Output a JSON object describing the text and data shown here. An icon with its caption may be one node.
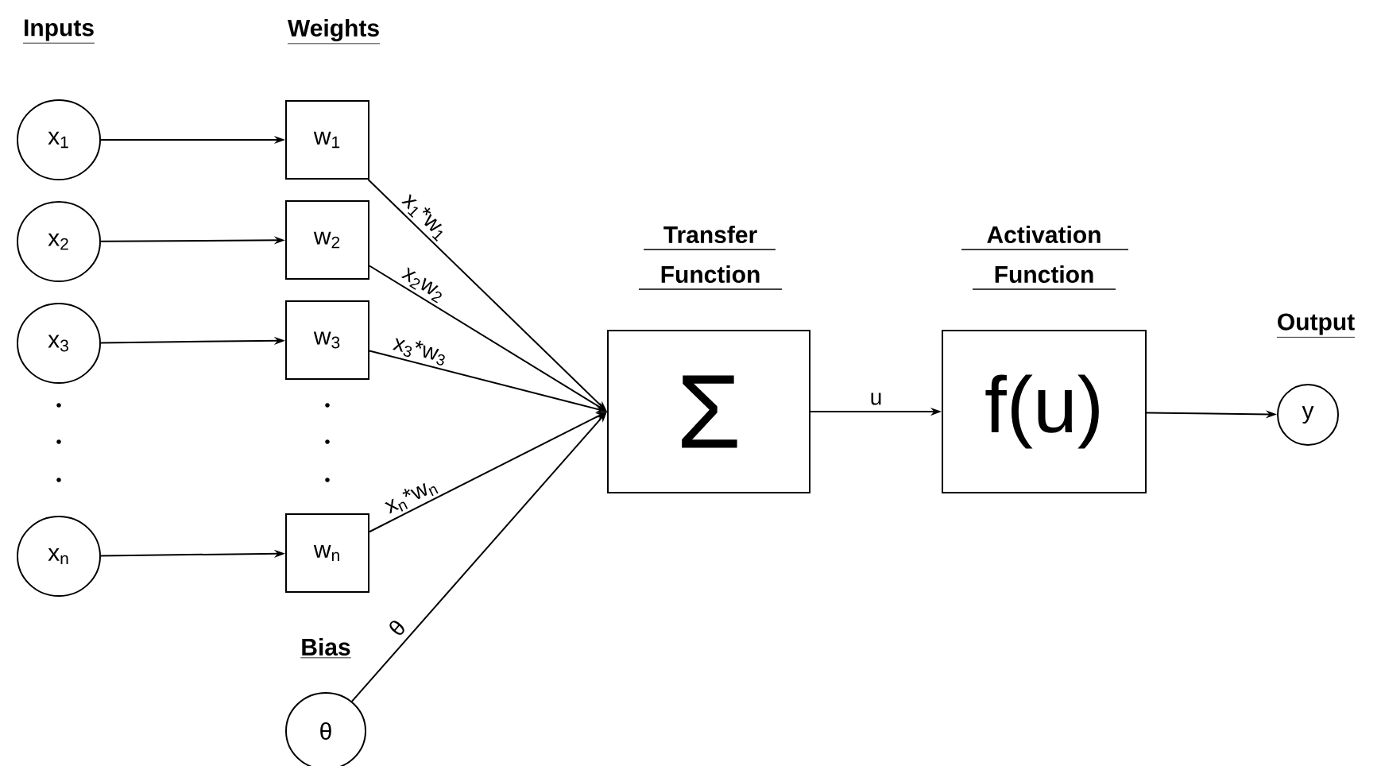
{
  "diagram": {
    "nodes": [
      {
        "text": [
          "x$_{1}$"
        ]
      },
      {
        "text": [
          "x$_{2}$"
        ]
      },
      {
        "text": [
          "x$_{3}$"
        ]
      },
      {
        "text": [
          "x$_{n}$"
        ]
      },
      {
        "text": [
          "w$_{1}$"
        ]
      },
      {
        "text": [
          "w$_{2}$"
        ]
      },
      {
        "text": [
          "w$_{3}$"
        ]
      },
      {
        "text": [
          "w$_{n}$"
        ]
      },
      {
        "text": [
          "Bias",
          "θ"
        ]
      },
      {
        "text": [
          "Transfer Function",
          "Σ"
        ]
      },
      {
        "text": [
          "Activation Function",
          "f(u)"
        ]
      },
      {
        "text": [
          "Output",
          "y"
        ]
      }
    ],
    "edges": [
      {
        "from": 0,
        "to": 4,
        "arrow": "to"
      },
      {
        "from": 1,
        "to": 5,
        "arrow": "to"
      },
      {
        "from": 2,
        "to": 6,
        "arrow": "to"
      },
      {
        "from": 3,
        "to": 7,
        "arrow": "to"
      },
      {
        "from": 4,
        "to": 9,
        "arrow": "to",
        "label": "x$_{1}$*w$_{1}$"
      },
      {
        "from": 5,
        "to": 9,
        "arrow": "to",
        "label": "x$_{2}$w$_{2}$"
      },
      {
        "from": 6,
        "to": 9,
        "arrow": "to",
        "label": "x$_{3}$*w$_{3}$"
      },
      {
        "from": 7,
        "to": 9,
        "arrow": "to",
        "label": "x$_{n}$*w$_{n}$"
      },
      {
        "from": 8,
        "to": 9,
        "arrow": "to",
        "label": "θ"
      },
      {
        "from": 9,
        "to": 10,
        "arrow": "to",
        "label": "u"
      },
      {
        "from": 10,
        "to": 11,
        "arrow": "to"
      }
    ],
    "labels": [
      "Inputs",
      "Weights"
    ]
  }
}
